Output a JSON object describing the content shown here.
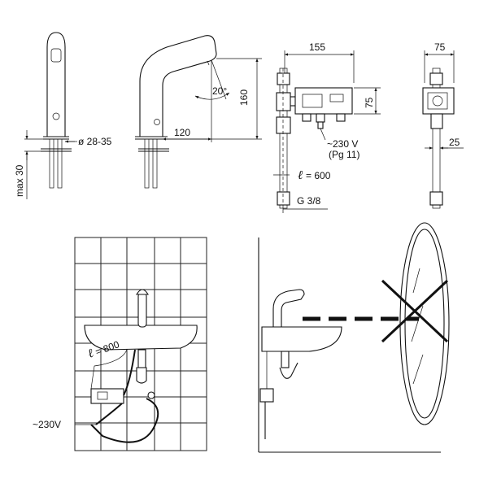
{
  "dimensions": {
    "max_height": "max 30",
    "diameter": "ø 28-35",
    "angle": "20°",
    "reach": "120",
    "height": "160",
    "box_width": "155",
    "box_height": "75",
    "side_width": "75",
    "side_offset": "25",
    "hose_length": "= 600",
    "thread": "G 3/8",
    "voltage": "~230 V",
    "gland": "(Pg 11)"
  },
  "install": {
    "cable_length": "= 800",
    "supply_voltage": "~230V"
  },
  "symbols": {
    "length_symbol": "ℓ"
  }
}
